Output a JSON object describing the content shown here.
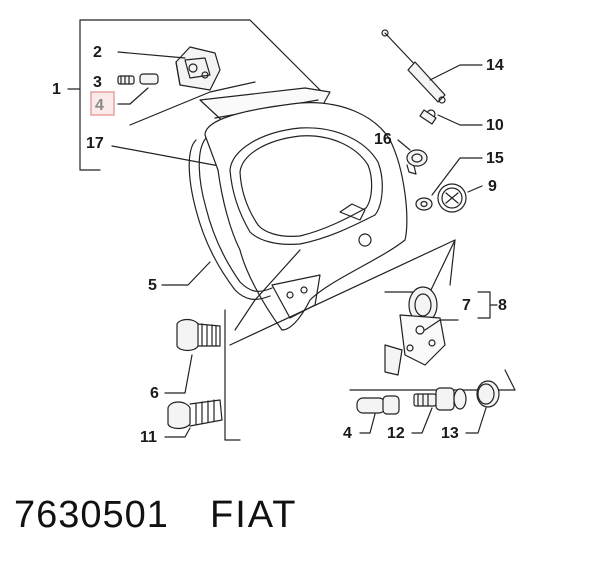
{
  "callouts": {
    "c1": "1",
    "c2": "2",
    "c3": "3",
    "c4_top": "4",
    "c17": "17",
    "c5": "5",
    "c6": "6",
    "c11": "11",
    "c14": "14",
    "c10": "10",
    "c16": "16",
    "c15": "15",
    "c9": "9",
    "c7": "7",
    "c8": "8",
    "c4_bottom": "4",
    "c12": "12",
    "c13": "13"
  },
  "highlight_color": "#e8a0a0",
  "footer": {
    "part_number": "7630501",
    "brand": "FIAT"
  }
}
